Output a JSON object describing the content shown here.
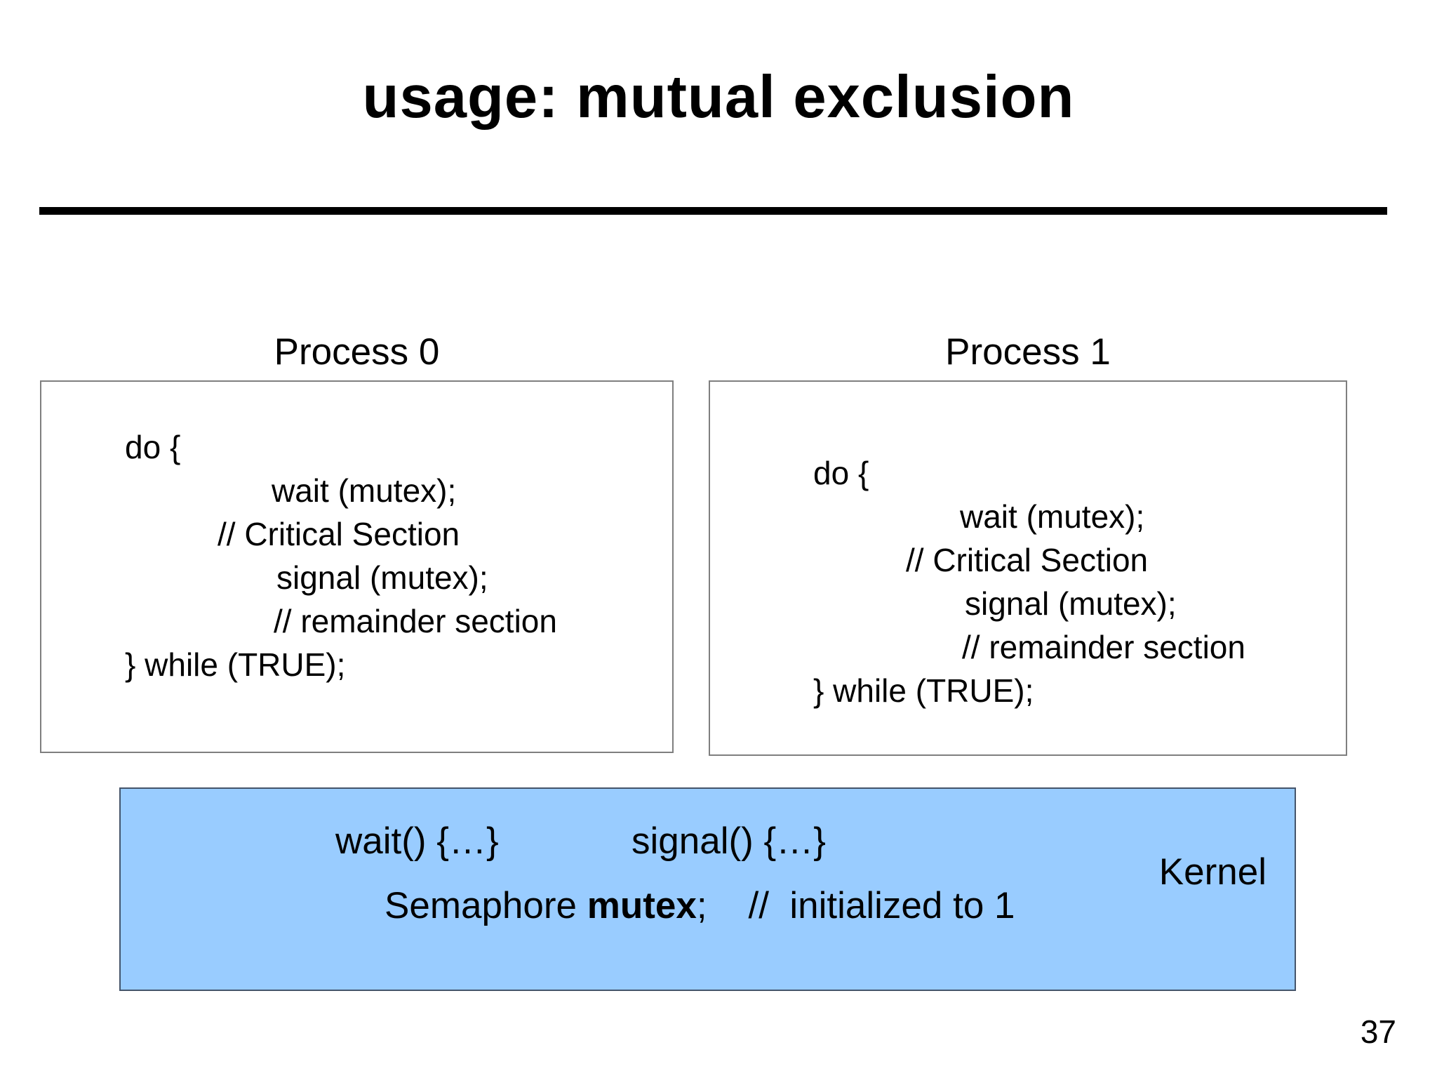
{
  "slide": {
    "title": "usage: mutual exclusion",
    "page_number": "37"
  },
  "processes": [
    {
      "label": "Process 0",
      "code_lines": [
        "do {",
        "wait (mutex);",
        "// Critical Section",
        "signal (mutex);",
        "// remainder section",
        "} while (TRUE);"
      ]
    },
    {
      "label": "Process 1",
      "code_lines": [
        "do {",
        "wait (mutex);",
        "// Critical Section",
        "signal (mutex);",
        "// remainder section",
        "} while (TRUE);"
      ]
    }
  ],
  "kernel": {
    "wait_label": "wait() {…}",
    "signal_label": "signal() {…}",
    "kernel_label": "Kernel",
    "semaphore_prefix": "Semaphore ",
    "semaphore_bold": "mutex",
    "semaphore_suffix": ";    //  initialized to 1",
    "fill_color": "#99CCFF",
    "border_color": "#44546A"
  },
  "colors": {
    "background": "#FFFFFF",
    "text": "#000000",
    "process_box_border": "#7F7F7F",
    "title_rule": "#000000"
  }
}
